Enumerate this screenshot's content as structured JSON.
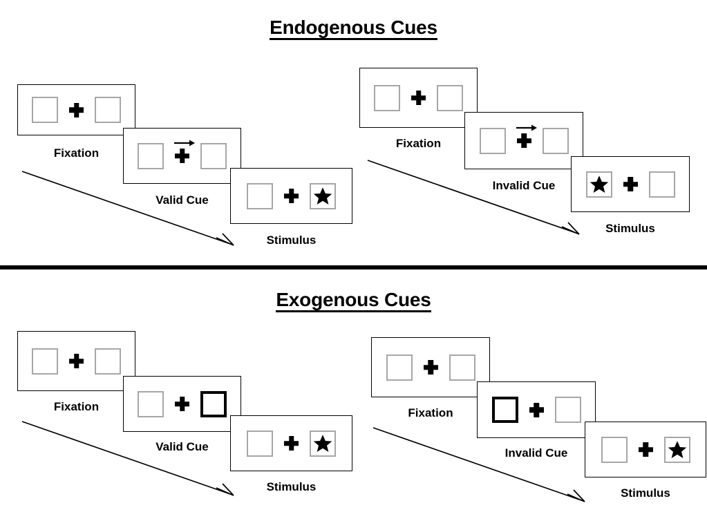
{
  "page": {
    "background": "#ffffff",
    "box_border_color": "#a6a6a6",
    "cued_box_border_color": "#000000",
    "frame_border_color": "#000000",
    "divider_color": "#000000"
  },
  "sections": [
    {
      "id": "endogenous",
      "title": "Endogenous Cues",
      "groups": [
        {
          "id": "endogenous-valid",
          "condition": "valid",
          "frames": [
            {
              "label": "Fixation",
              "left_box": "empty",
              "right_box": "empty",
              "cue": "none"
            },
            {
              "label": "Valid Cue",
              "left_box": "empty",
              "right_box": "empty",
              "cue": "arrow-right"
            },
            {
              "label": "Stimulus",
              "left_box": "empty",
              "right_box": "star",
              "cue": "none"
            }
          ]
        },
        {
          "id": "endogenous-invalid",
          "condition": "invalid",
          "frames": [
            {
              "label": "Fixation",
              "left_box": "empty",
              "right_box": "empty",
              "cue": "none"
            },
            {
              "label": "Invalid Cue",
              "left_box": "empty",
              "right_box": "empty",
              "cue": "arrow-right"
            },
            {
              "label": "Stimulus",
              "left_box": "star",
              "right_box": "empty",
              "cue": "none"
            }
          ]
        }
      ]
    },
    {
      "id": "exogenous",
      "title": "Exogenous Cues",
      "groups": [
        {
          "id": "exogenous-valid",
          "condition": "valid",
          "frames": [
            {
              "label": "Fixation",
              "left_box": "empty",
              "right_box": "empty",
              "cue": "none"
            },
            {
              "label": "Valid Cue",
              "left_box": "empty",
              "right_box": "cued",
              "cue": "none"
            },
            {
              "label": "Stimulus",
              "left_box": "empty",
              "right_box": "star",
              "cue": "none"
            }
          ]
        },
        {
          "id": "exogenous-invalid",
          "condition": "invalid",
          "frames": [
            {
              "label": "Fixation",
              "left_box": "empty",
              "right_box": "empty",
              "cue": "none"
            },
            {
              "label": "Invalid Cue",
              "left_box": "cued",
              "right_box": "empty",
              "cue": "none"
            },
            {
              "label": "Stimulus",
              "left_box": "empty",
              "right_box": "star",
              "cue": "none"
            }
          ]
        }
      ]
    }
  ],
  "icons": {
    "fixation_cross": "plus-cross-icon",
    "cue_arrow": "arrow-right-icon",
    "target": "star-icon",
    "time_flow": "time-flow-arrow-icon"
  }
}
